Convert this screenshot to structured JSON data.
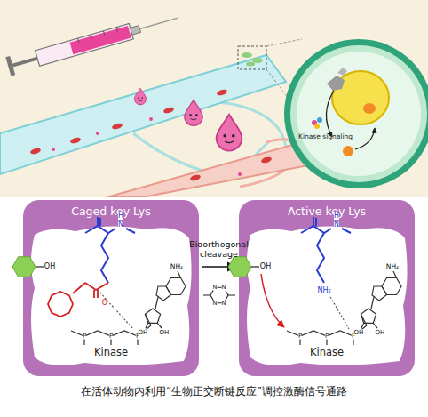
{
  "diagram": {
    "caption": "在活体动物内利用“生物正交断键反应”调控激酶信号通路",
    "nodes": [
      {
        "text": [
          "Kinase signaling"
        ]
      },
      {
        "text": [
          "Caged key Lys",
          "Kinase"
        ]
      },
      {
        "text": [
          "Active key Lys",
          "Kinase"
        ]
      }
    ],
    "edges": [
      {
        "from": 1,
        "to": 2,
        "arrow": "to",
        "label": "Bioorthogonal cleavage"
      }
    ],
    "labels": [
      "OH",
      "H",
      "N",
      "O",
      "P",
      "P",
      "P",
      "NH₂",
      "OH",
      "OH",
      "N",
      "N",
      "N",
      "N",
      "OH",
      "H",
      "N",
      "NH₂",
      "P",
      "P",
      "P",
      "NH₂",
      "OH",
      "OH"
    ]
  }
}
